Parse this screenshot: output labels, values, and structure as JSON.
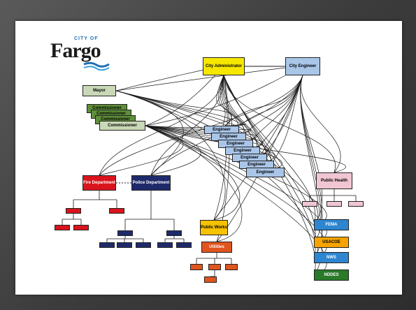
{
  "logo": {
    "small": "CITY OF",
    "big": "Fargo"
  },
  "nodes": {
    "city_administrator": "City Administrator",
    "city_engineer": "City Engineer",
    "mayor": "Mayor",
    "commissioners": [
      "Commissioner",
      "Commissioner",
      "Commissioner",
      "Commissioner"
    ],
    "engineers": [
      "Engineer",
      "Engineer",
      "Engineer",
      "Engineer",
      "Engineer",
      "Engineer",
      "Engineer"
    ],
    "fire_department": "Fire Department",
    "police_department": "Police Department",
    "public_health": "Public Health",
    "public_works": "Public Works",
    "utilities": "Utilities",
    "fema": "FEMA",
    "usacoe": "USACOE",
    "nws": "NWS",
    "nddes": "NDDES"
  },
  "colors": {
    "administrator": "#f7e600",
    "engineer": "#a9c5e8",
    "mayor": "#c9d8b6",
    "commissioner": "#5e8f3a",
    "fire": "#d9141c",
    "police": "#1f2a6b",
    "health": "#f1c6d3",
    "works": "#f7c200",
    "utilities": "#e0541e",
    "fema": "#2e86d1",
    "usacoe": "#f7a400",
    "nws": "#2e86d1",
    "nddes": "#2a7a2a"
  }
}
